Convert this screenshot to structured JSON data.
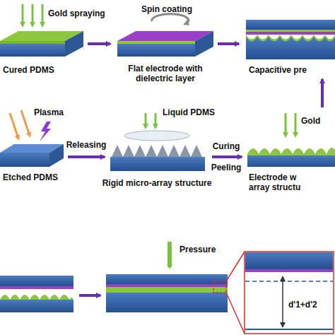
{
  "diagram": {
    "labels": [
      "Gold spraying",
      "Spin coating",
      "Cured PDMS",
      "Flat electrode with dielectric layer",
      "Capacitive pre",
      "Plasma",
      "Etched PDMS",
      "Releasing",
      "Liquid PDMS",
      "Rigid micro-array structure",
      "Curing",
      "Peeling",
      "Gold",
      "Electrode w",
      "array structu",
      "Pressure",
      "d'1+d'2"
    ]
  }
}
